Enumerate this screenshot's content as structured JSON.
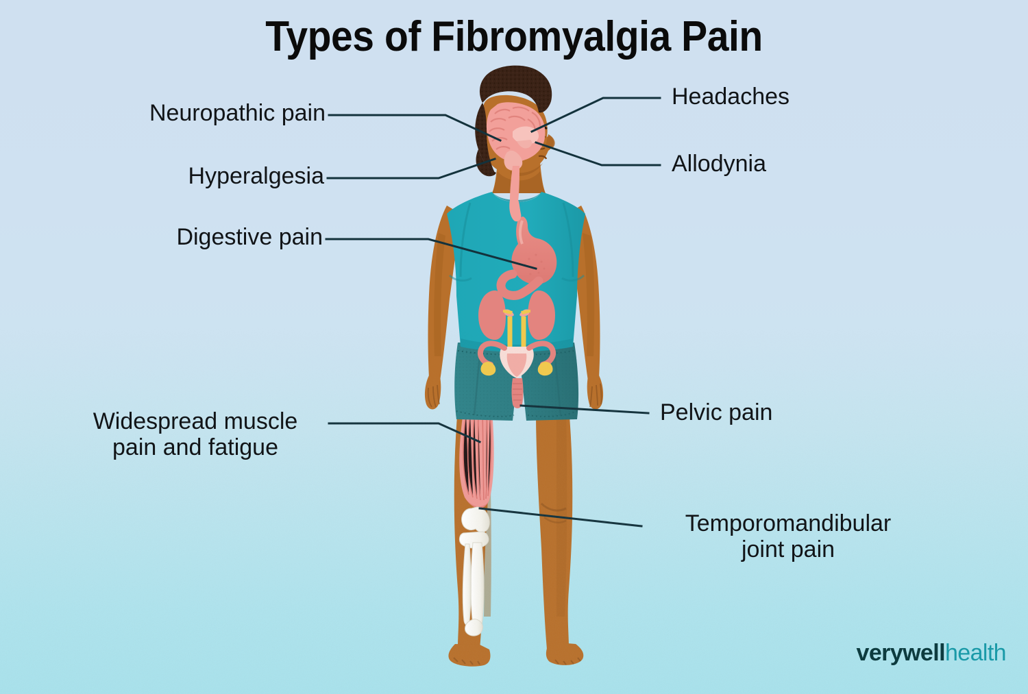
{
  "title": "Types of Fibromyalgia Pain",
  "background": {
    "top_color": "#cfe0f0",
    "bottom_color": "#a8e2ec"
  },
  "palette": {
    "skin": "#b8702b",
    "skin_shadow": "#9a5b20",
    "hair": "#3b2317",
    "shirt": "#1fa7b6",
    "shirt_shadow": "#1794a2",
    "shorts": "#2f7f84",
    "shorts_shadow": "#2a7075",
    "organ_pink": "#e3847f",
    "organ_pink_light": "#ee9e98",
    "brain_pink": "#f2a09a",
    "ureter_yellow": "#f0c94e",
    "bone_white": "#f7f7f2",
    "muscle_pink": "#ef9a96",
    "leader_line": "#13323c",
    "text": "#111417"
  },
  "labels": {
    "left": [
      {
        "id": "neuropathic-pain",
        "text": "Neuropathic pain",
        "lines": [
          "Neuropathic pain"
        ]
      },
      {
        "id": "hyperalgesia",
        "text": "Hyperalgesia",
        "lines": [
          "Hyperalgesia"
        ]
      },
      {
        "id": "digestive-pain",
        "text": "Digestive pain",
        "lines": [
          "Digestive pain"
        ]
      },
      {
        "id": "widespread-muscle-pain-and-fatigue",
        "text": "Widespread muscle pain and fatigue",
        "lines": [
          "Widespread muscle",
          "pain and fatigue"
        ]
      }
    ],
    "right": [
      {
        "id": "headaches",
        "text": "Headaches",
        "lines": [
          "Headaches"
        ]
      },
      {
        "id": "allodynia",
        "text": "Allodynia",
        "lines": [
          "Allodynia"
        ]
      },
      {
        "id": "pelvic-pain",
        "text": "Pelvic pain",
        "lines": [
          "Pelvic pain"
        ]
      },
      {
        "id": "temporomandibular-joint-pain",
        "text": "Temporomandibular joint pain",
        "lines": [
          "Temporomandibular",
          "joint pain"
        ]
      }
    ]
  },
  "label_text": {
    "neuropathic_pain": "Neuropathic pain",
    "hyperalgesia": "Hyperalgesia",
    "digestive_pain": "Digestive pain",
    "widespread_line1": "Widespread muscle",
    "widespread_line2": "pain and fatigue",
    "headaches": "Headaches",
    "allodynia": "Allodynia",
    "pelvic_pain": "Pelvic pain",
    "tmj_line1": "Temporomandibular",
    "tmj_line2": "joint pain"
  },
  "illustration": {
    "subject": "standing-human-figure-front-view",
    "features": [
      "brain-in-head-profile",
      "stomach",
      "kidneys",
      "ureters",
      "uterus-and-ovaries",
      "thigh-muscle-striations",
      "knee-and-lower-leg-bones"
    ],
    "clothing": [
      "teal-t-shirt",
      "teal-shorts"
    ],
    "barefoot": true
  },
  "logo": {
    "primary": "verywell",
    "secondary": "health"
  }
}
